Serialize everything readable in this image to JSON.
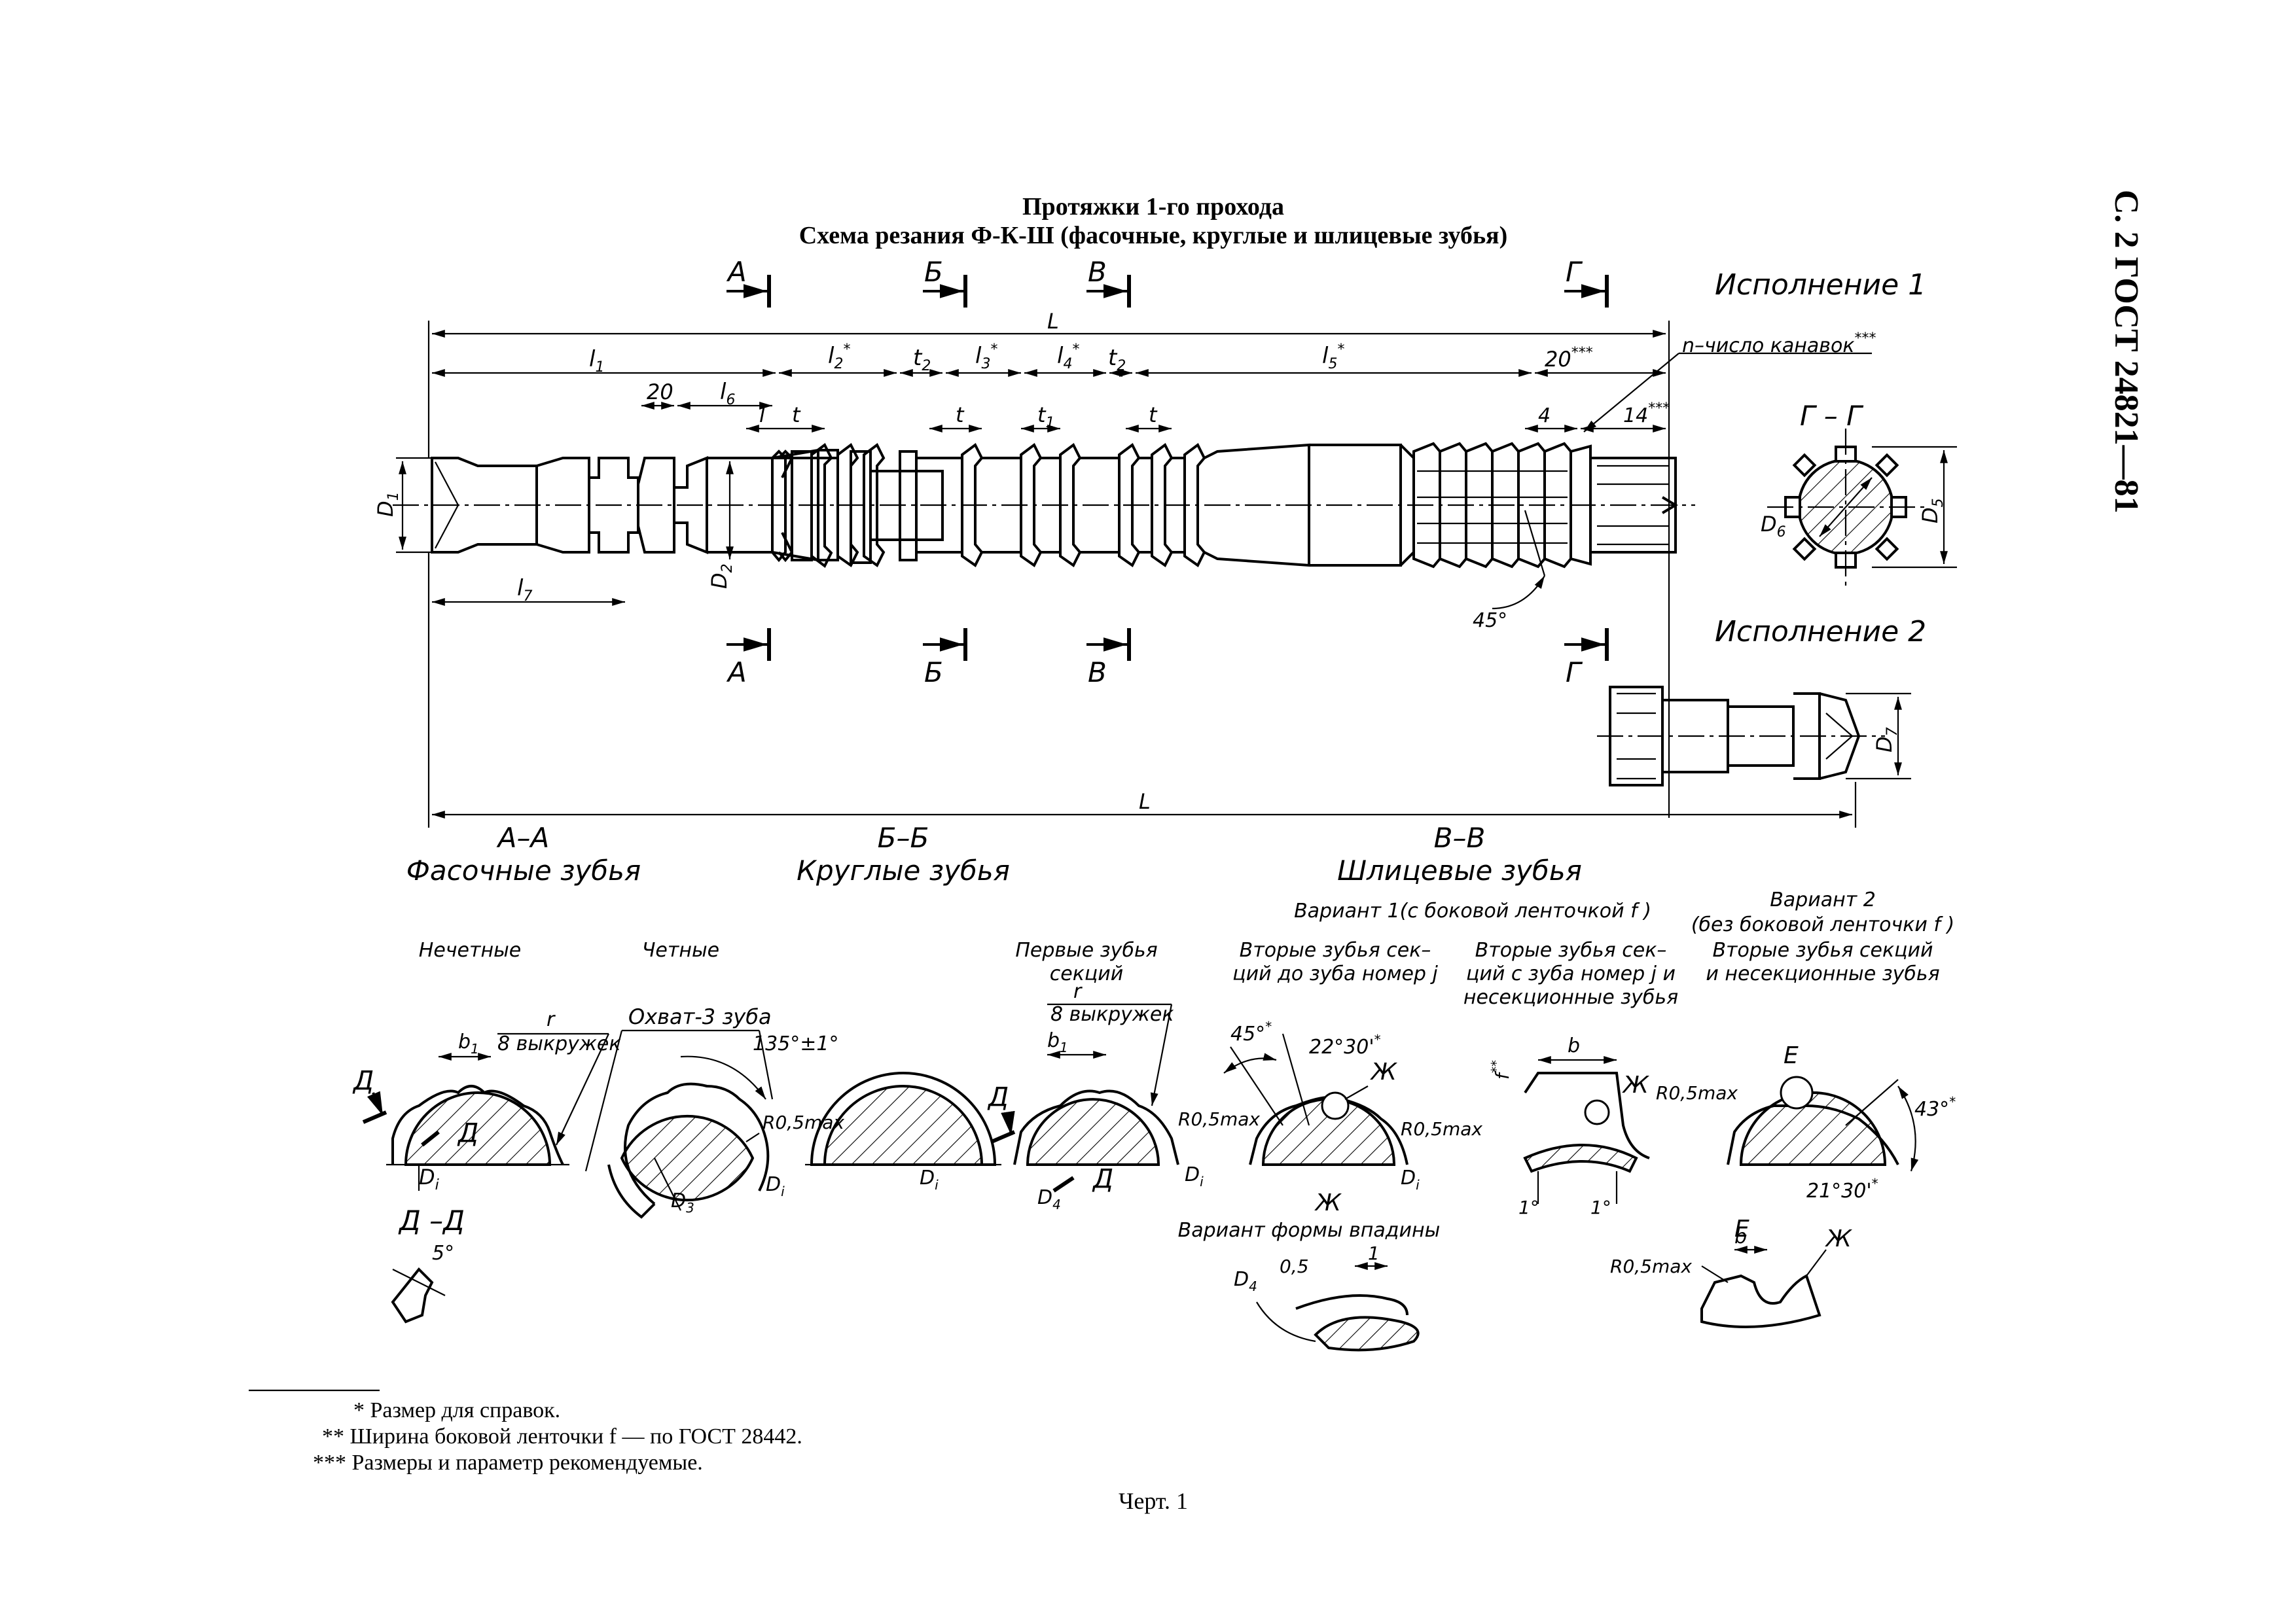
{
  "header": {
    "side_label": "С. 2 ГОСТ 24821—81",
    "title_line1": "Протяжки 1-го прохода",
    "title_line2": "Схема резания Ф-К-Ш (фасочные, круглые и шлицевые зубья)"
  },
  "variants": {
    "v1": "Исполнение 1",
    "v2": "Исполнение 2"
  },
  "section_marks": {
    "a": "А",
    "b": "Б",
    "v": "В",
    "g": "Г"
  },
  "dims": {
    "L": "L",
    "l1": "l",
    "l1_sub": "1",
    "l2": "l",
    "l2_sub": "2",
    "l2_sup": "*",
    "t2": "t",
    "t2_sub": "2",
    "l3": "l",
    "l3_sub": "3",
    "l3_sup": "*",
    "l4": "l",
    "l4_sub": "4",
    "l4_sup": "*",
    "l5": "l",
    "l5_sub": "5",
    "l5_sup": "*",
    "d20a": "20",
    "d20b": "20",
    "d20b_sup": "***",
    "l6": "l",
    "l6_sub": "6",
    "l7": "l",
    "l7_sub": "7",
    "l": "l",
    "t": "t",
    "t1": "t",
    "t1_sub": "1",
    "d4": "4",
    "d14": "14",
    "d14_sup": "***",
    "grooves": "n–число канавок",
    "grooves_sup": "***",
    "D1": "D",
    "D1_sub": "1",
    "D2": "D",
    "D2_sub": "2",
    "D5": "D",
    "D5_sub": "5",
    "D6": "D",
    "D6_sub": "6",
    "D7": "D",
    "D7_sub": "7",
    "angle45": "45°",
    "gg": "Г – Г"
  },
  "sections": {
    "aa": "А–А",
    "aa_name": "Фасочные зубья",
    "bb": "Б–Б",
    "bb_name": "Круглые зубья",
    "vv": "В–В",
    "vv_name": "Шлицевые зубья",
    "var1": "Вариант 1(с боковой ленточкой f )",
    "var2_l1": "Вариант 2",
    "var2_l2": "(без боковой ленточки f )"
  },
  "captions": {
    "odd": "Нечетные",
    "even": "Четные",
    "first_l1": "Первые зубья",
    "first_l2": "секций",
    "second1_l1": "Вторые зубья сек–",
    "second1_l2": "ций до зуба номер j",
    "second2_l1": "Вторые зубья сек–",
    "second2_l2": "ций с зуба номер j и",
    "second2_l3": "несекционные зубья",
    "second3_l1": "Вторые зубья секций",
    "second3_l2": "и несекционные зубья"
  },
  "detail_labels": {
    "r": "r",
    "in_grooves": "8 выкружек",
    "b1": "b",
    "b1_sub": "1",
    "D": "Д",
    "Di": "D",
    "Di_sub": "i",
    "dd": "Д –Д",
    "deg5": "5°",
    "coverage": "Охват-3 зуба",
    "deg135": "135°±1°",
    "r05": "R0,5max",
    "D3": "D",
    "D3_sub": "3",
    "D4": "D",
    "D4_sub": "4",
    "deg45": "45°",
    "deg45_sup": "*",
    "deg2230": "22°30'",
    "deg2230_sup": "*",
    "zh": "Ж",
    "f": "f",
    "f_sup": "**",
    "b": "b",
    "deg1": "1°",
    "E": "Е",
    "deg43": "43°",
    "deg43_sup": "*",
    "deg2130": "21°30'",
    "deg2130_sup": "*",
    "valley_variant": "Вариант формы впадины",
    "d05": "0,5",
    "d1": "1"
  },
  "footnotes": {
    "n1_mark": "*",
    "n1": "Размер для справок.",
    "n2_mark": "**",
    "n2": "Ширина боковой ленточки f — по ГОСТ 28442.",
    "n3_mark": "***",
    "n3": "Размеры и параметр рекомендуемые."
  },
  "figure_caption": "Черт. 1"
}
